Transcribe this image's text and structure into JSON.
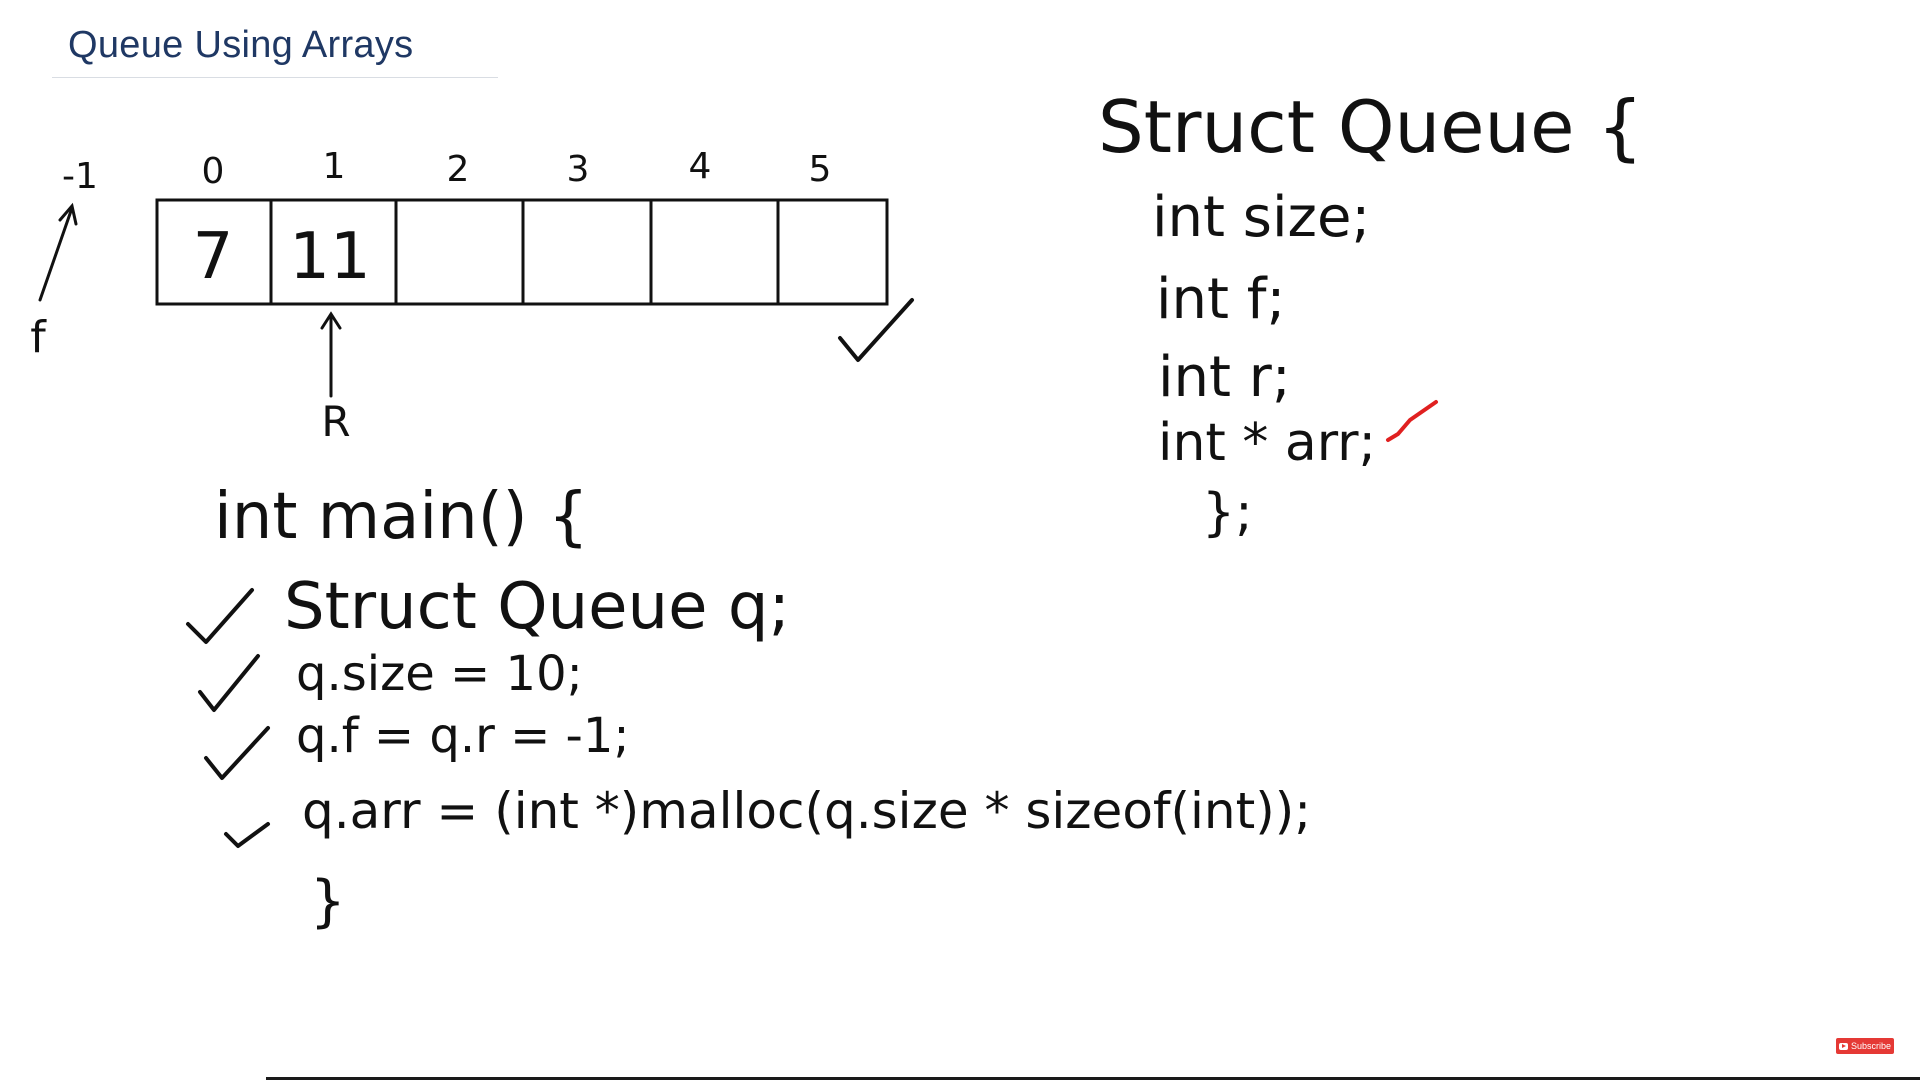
{
  "slide": {
    "title": "Queue Using Arrays"
  },
  "diagram": {
    "array": {
      "indices": [
        "0",
        "1",
        "2",
        "3",
        "4",
        "5"
      ],
      "cells": [
        "7",
        "11",
        "",
        "",
        "",
        ""
      ],
      "front_index_label": "-1",
      "front_pointer_label": "f",
      "rear_pointer_label": "R"
    },
    "struct_code": [
      "Struct Queue {",
      "int size;",
      "int f;",
      "int r;",
      "int * arr;",
      "};"
    ],
    "main_code": [
      "int main() {",
      "Struct Queue q;",
      "q.size = 10;",
      "q.f = q.r = -1;",
      "q.arr = (int *)malloc(q.size * sizeof(int));",
      "}"
    ]
  },
  "overlay": {
    "subscribe_label": "Subscribe"
  },
  "colors": {
    "title": "#1f3864",
    "ink": "#111111",
    "check_red": "#e02020"
  }
}
